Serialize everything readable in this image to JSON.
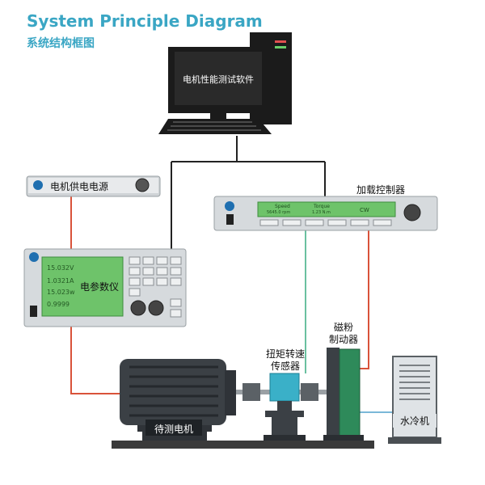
{
  "header": {
    "title_en": "System Principle Diagram",
    "title_cn": "系统结构框图"
  },
  "computer": {
    "screen_text": "电机性能测试软件"
  },
  "power_supply": {
    "label": "电机供电电源"
  },
  "load_controller": {
    "label": "加载控制器",
    "display": {
      "speed_label": "Speed",
      "speed_value": "5645.0 rpm",
      "torque_label": "Torque",
      "torque_value": "1.23 N.m",
      "mode": "CW"
    }
  },
  "power_meter": {
    "label": "电参数仪",
    "readings": [
      "15.032V",
      "1.0321A",
      "15.023w",
      "0.9999"
    ]
  },
  "sensor": {
    "label_line1": "扭矩转速",
    "label_line2": "传感器"
  },
  "brake": {
    "label_line1": "磁粉",
    "label_line2": "制动器"
  },
  "motor": {
    "label": "待测电机"
  },
  "chiller": {
    "label": "水冷机"
  },
  "colors": {
    "accent": "#3aa6c4",
    "red_wire": "#d9533a",
    "green_wire": "#6ac0a0",
    "black_wire": "#222222",
    "device_gray": "#d9d9d9",
    "display_green": "#6ec36a"
  }
}
